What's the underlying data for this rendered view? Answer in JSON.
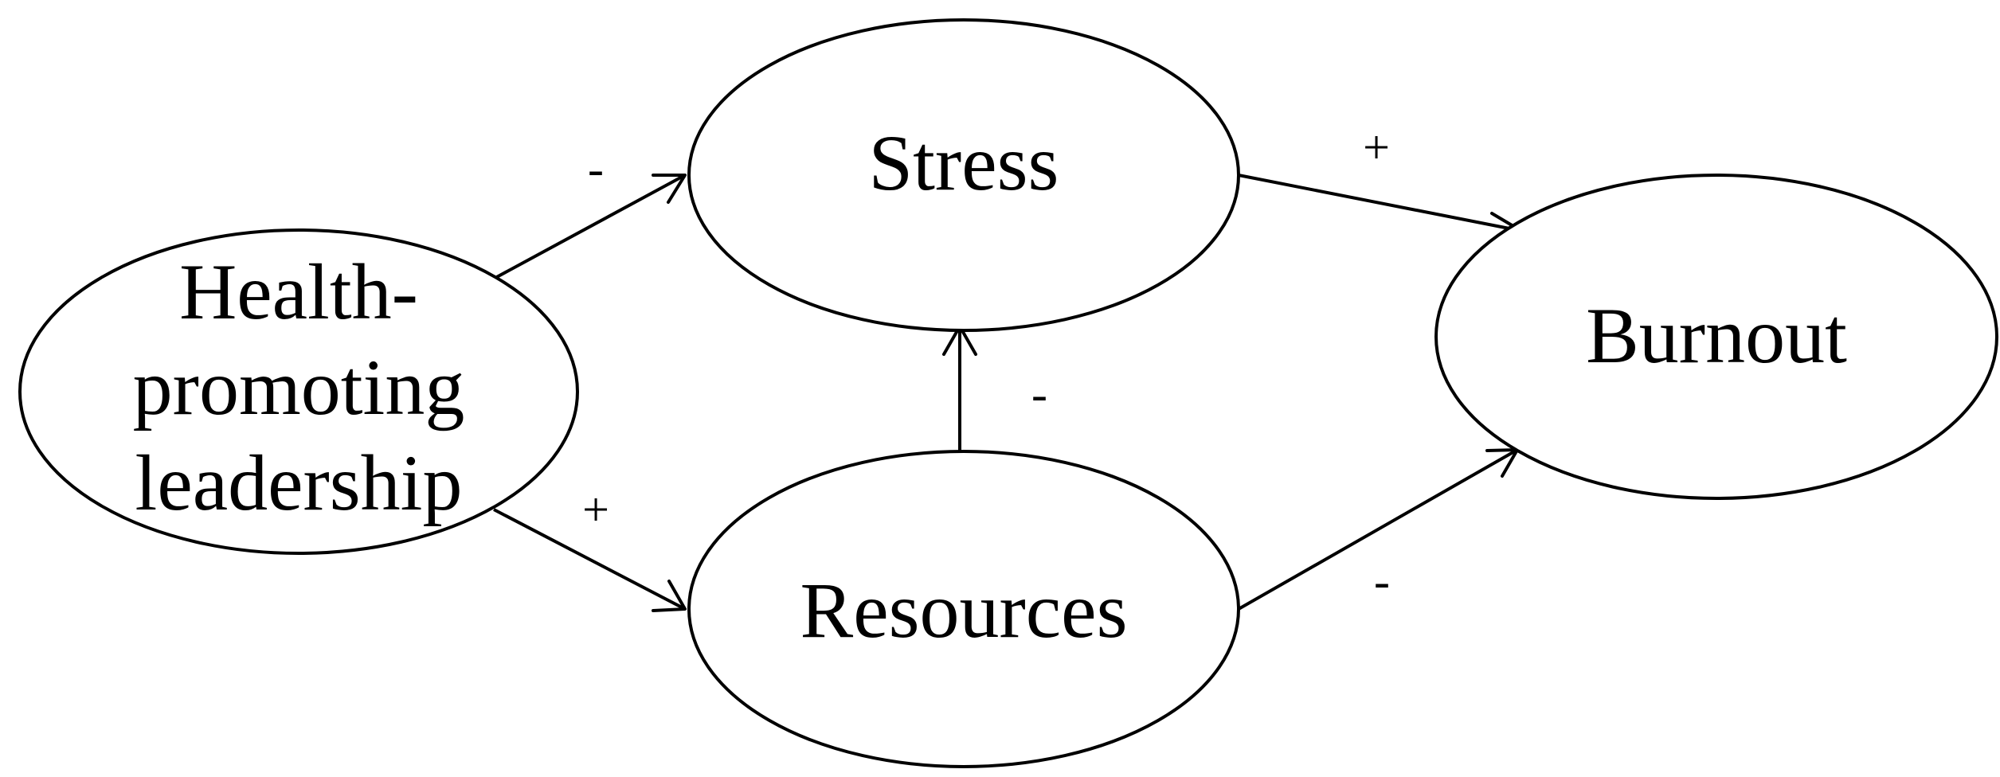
{
  "nodes": {
    "health_promoting_leadership": {
      "lines": [
        "Health-",
        "promoting",
        "leadership"
      ]
    },
    "stress": {
      "label": "Stress"
    },
    "resources": {
      "label": "Resources"
    },
    "burnout": {
      "label": "Burnout"
    }
  },
  "edges": {
    "leadership_to_stress": {
      "sign": "-"
    },
    "leadership_to_resources": {
      "sign": "+"
    },
    "resources_to_stress": {
      "sign": "-"
    },
    "stress_to_burnout": {
      "sign": "+"
    },
    "resources_to_burnout": {
      "sign": "-"
    }
  }
}
